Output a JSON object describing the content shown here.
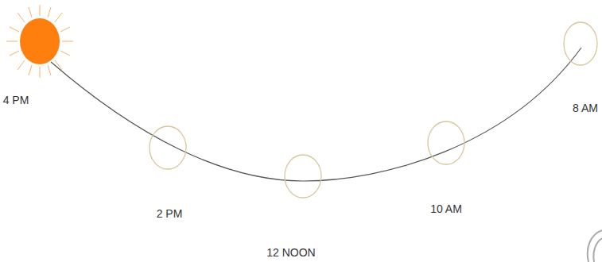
{
  "diagram": {
    "labels": [
      "4 PM",
      "2 PM",
      "12 NOON",
      "10 AM",
      "8 AM"
    ]
  }
}
